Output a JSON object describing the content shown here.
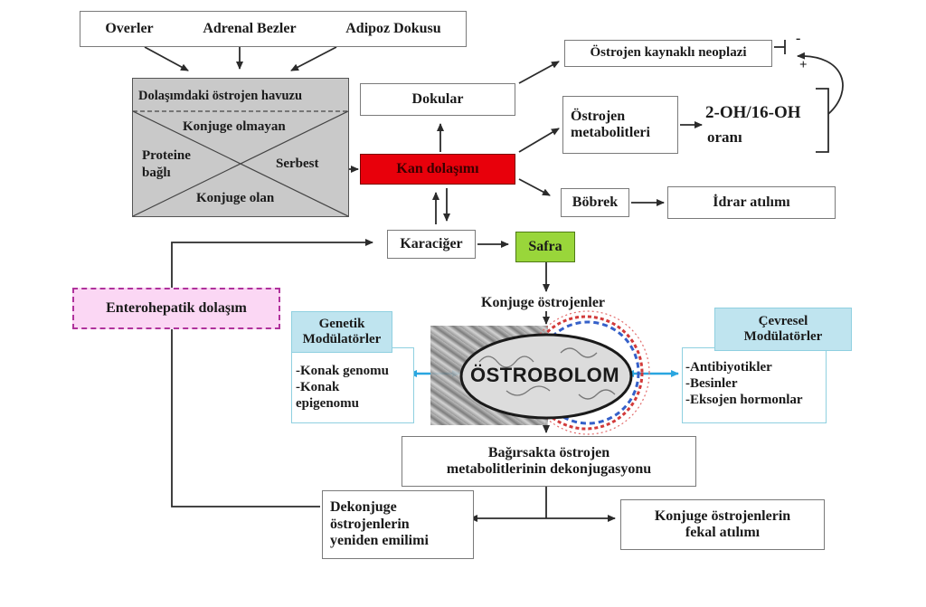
{
  "diagram": {
    "sources": {
      "ovaries": "Overler",
      "adrenal": "Adrenal Bezler",
      "adipose": "Adipoz Dokusu"
    },
    "pool": {
      "title": "Dolaşımdaki östrojen havuzu",
      "unconjugated": "Konjuge olmayan",
      "protein_bound_1": "Proteine",
      "protein_bound_2": "bağlı",
      "free": "Serbest",
      "conjugated": "Konjuge olan"
    },
    "blood": "Kan dolaşımı",
    "tissues": "Dokular",
    "neoplasia": "Östrojen kaynaklı neoplazi",
    "metabolites_1": "Östrojen",
    "metabolites_2": "metabolitleri",
    "ratio_1": "2-OH/16-OH",
    "ratio_2": "oranı",
    "minus": "-",
    "plus": "+",
    "kidney": "Böbrek",
    "urine": "İdrar atılımı",
    "liver": "Karaciğer",
    "bile": "Safra",
    "enterohepatic": "Enterohepatik dolaşım",
    "conjugated_estrogens": "Konjuge östrojenler",
    "genetic_title_1": "Genetik",
    "genetic_title_2": "Modülatörler",
    "genetic_items": [
      "-Konak genomu",
      "-Konak",
      "epigenomu"
    ],
    "env_title_1": "Çevresel",
    "env_title_2": "Modülatörler",
    "env_items": [
      "-Antibiyotikler",
      "-Besinler",
      "-Eksojen hormonlar"
    ],
    "estrobolome": "ÖSTROBOLOM",
    "deconj_1": "Bağırsakta östrojen",
    "deconj_2": "metabolitlerinin dekonjugasyonu",
    "reabs_1": "Dekonjuge",
    "reabs_2": "östrojenlerin",
    "reabs_3": "yeniden emilimi",
    "fecal_1": "Konjuge östrojenlerin",
    "fecal_2": "fekal atılımı"
  },
  "colors": {
    "blood_fill": "#e8000b",
    "bile_fill": "#99d63a",
    "pool_fill": "#c9c9c9",
    "entero_fill": "#fbd7f4",
    "entero_border": "#b0329c",
    "modulator_header": "#bfe4ef",
    "modulator_border": "#8fd0e0",
    "link_arrow": "#2aa6e0"
  }
}
